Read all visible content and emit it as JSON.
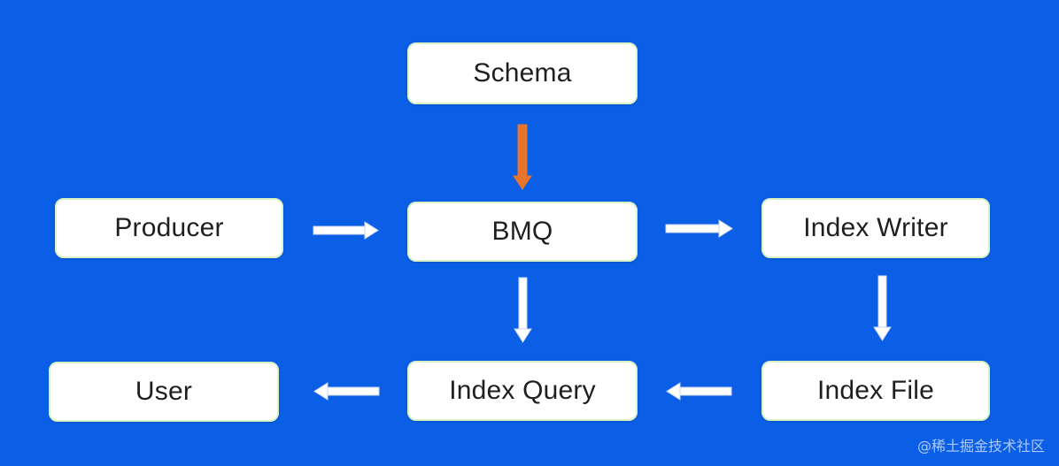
{
  "nodes": {
    "schema": "Schema",
    "producer": "Producer",
    "bmq": "BMQ",
    "index_writer": "Index Writer",
    "user": "User",
    "index_query": "Index Query",
    "index_file": "Index File"
  },
  "edges": [
    {
      "from": "schema",
      "to": "bmq",
      "color": "#e8732a"
    },
    {
      "from": "producer",
      "to": "bmq",
      "color": "#ffffff"
    },
    {
      "from": "bmq",
      "to": "index_writer",
      "color": "#ffffff"
    },
    {
      "from": "bmq",
      "to": "index_query",
      "color": "#ffffff"
    },
    {
      "from": "index_writer",
      "to": "index_file",
      "color": "#ffffff"
    },
    {
      "from": "index_file",
      "to": "index_query",
      "color": "#ffffff"
    },
    {
      "from": "index_query",
      "to": "user",
      "color": "#ffffff"
    }
  ],
  "colors": {
    "background": "#0a5fe6",
    "box": "#ffffff",
    "arrow": "#ffffff",
    "schema_arrow": "#e8732a"
  },
  "watermark": "@稀土掘金技术社区"
}
